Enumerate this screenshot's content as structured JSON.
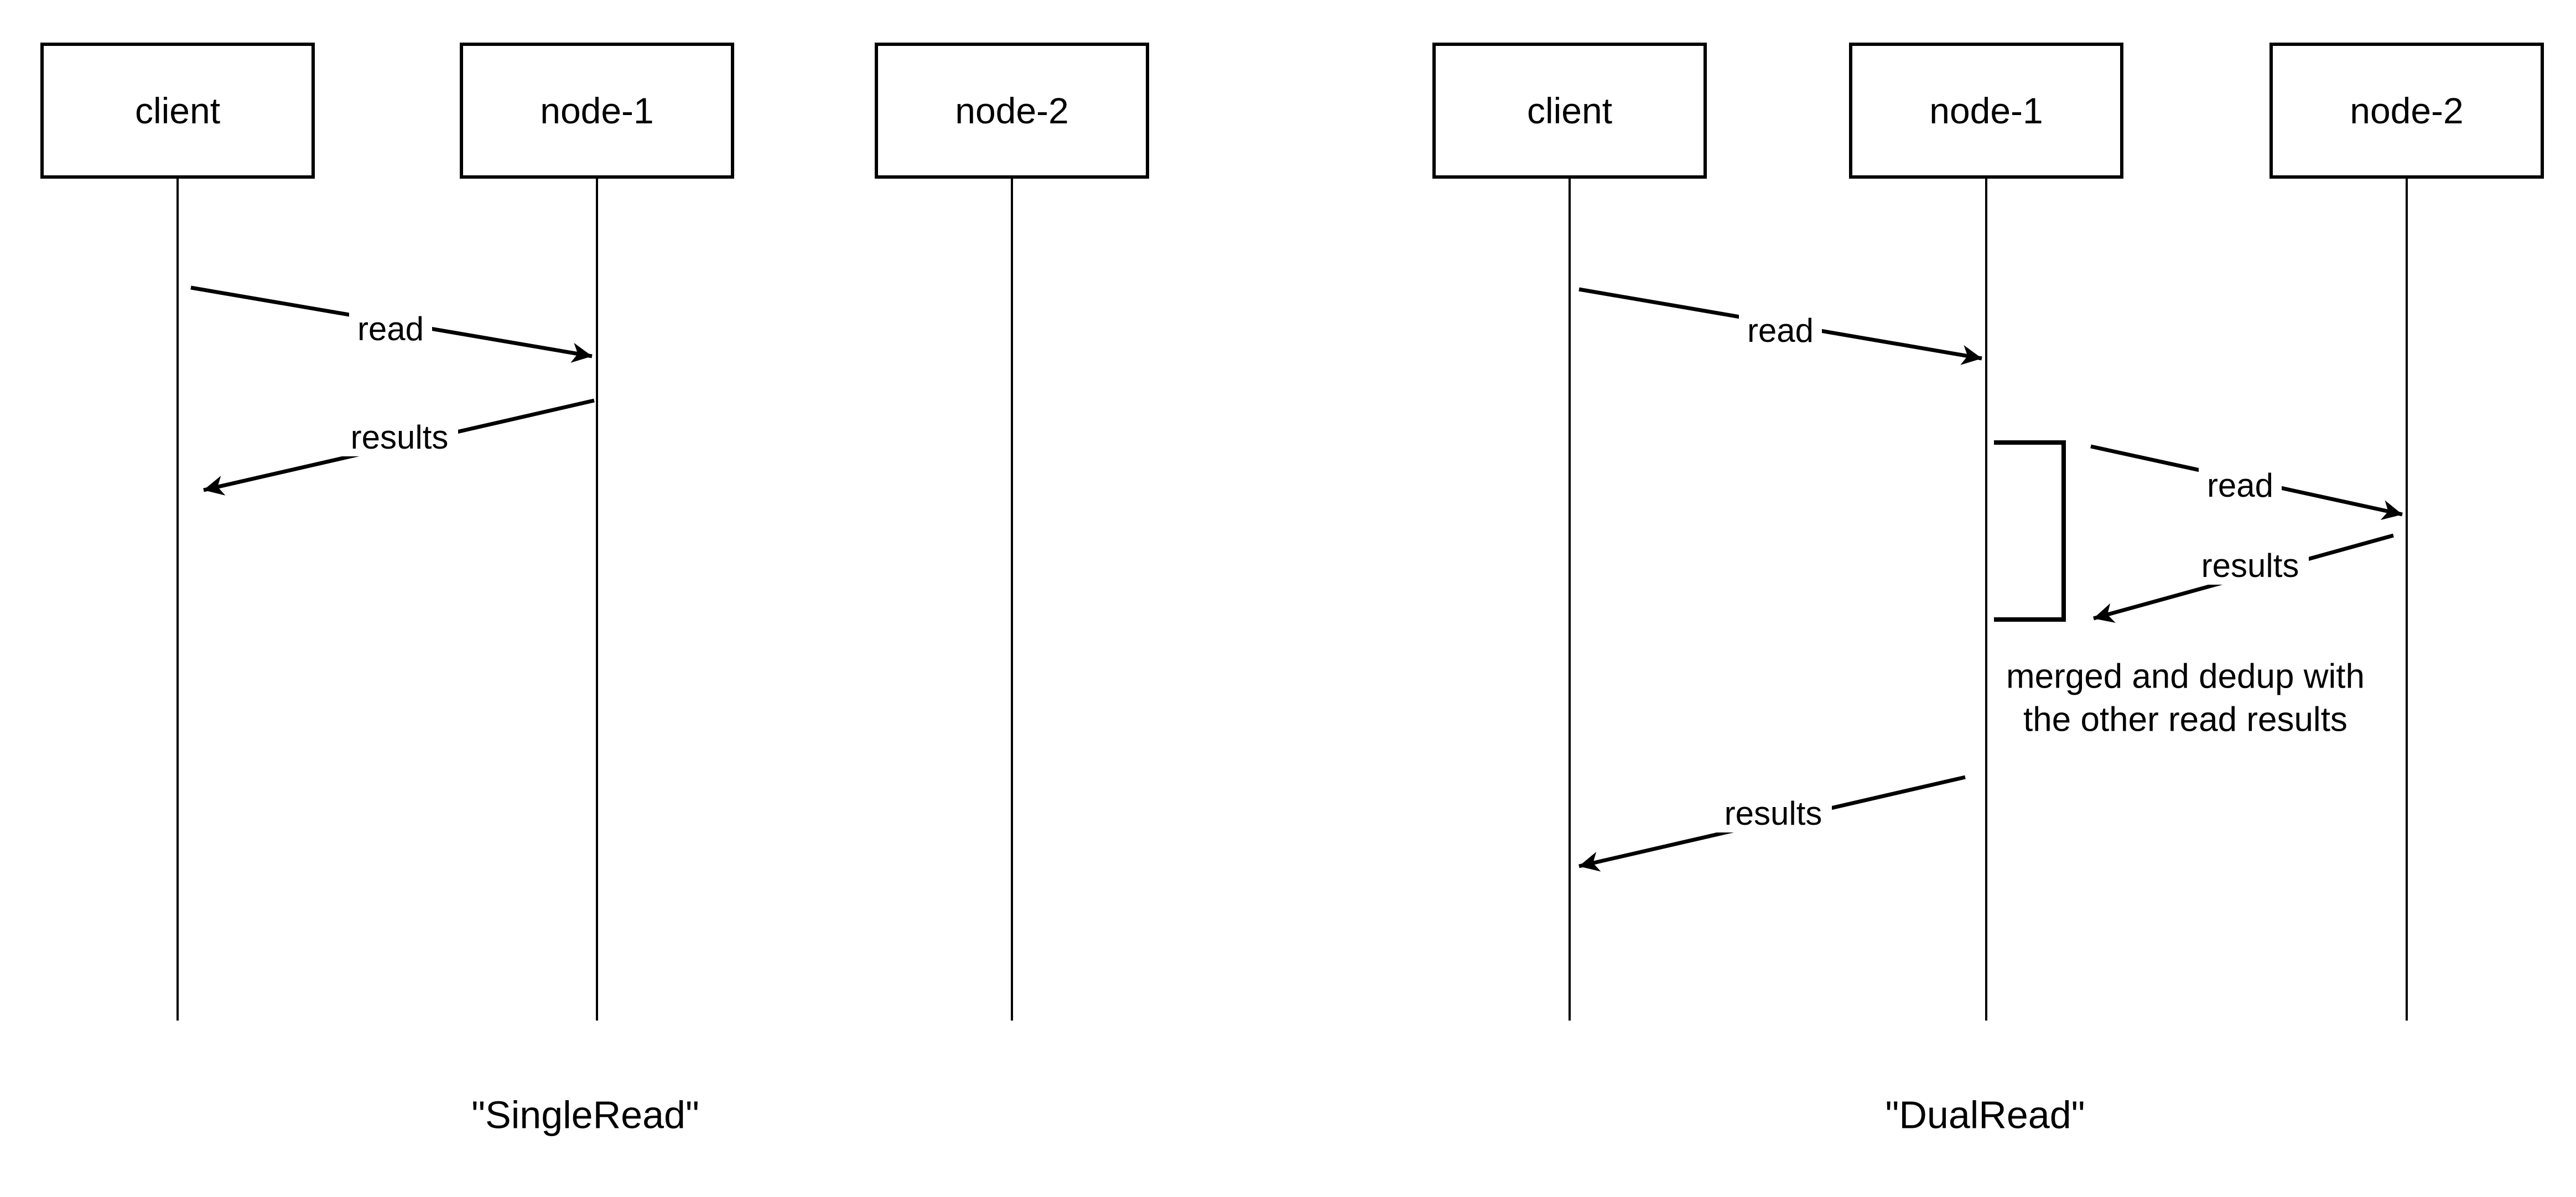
{
  "colors": {
    "stroke": "#000000",
    "background": "#ffffff"
  },
  "diagrams": [
    {
      "caption": "\"SingleRead\"",
      "actors": [
        {
          "label": "client"
        },
        {
          "label": "node-1"
        },
        {
          "label": "node-2"
        }
      ],
      "messages": [
        {
          "label": "read",
          "from": "client",
          "to": "node-1"
        },
        {
          "label": "results",
          "from": "node-1",
          "to": "client"
        }
      ]
    },
    {
      "caption": "\"DualRead\"",
      "actors": [
        {
          "label": "client"
        },
        {
          "label": "node-1"
        },
        {
          "label": "node-2"
        }
      ],
      "messages": [
        {
          "label": "read",
          "from": "client",
          "to": "node-1"
        },
        {
          "label": "read",
          "from": "node-1",
          "to": "node-2"
        },
        {
          "label": "results",
          "from": "node-2",
          "to": "node-1"
        },
        {
          "label": "results",
          "from": "node-1",
          "to": "client"
        }
      ],
      "note": {
        "line1": "merged and dedup with",
        "line2": "the other read results"
      }
    }
  ]
}
